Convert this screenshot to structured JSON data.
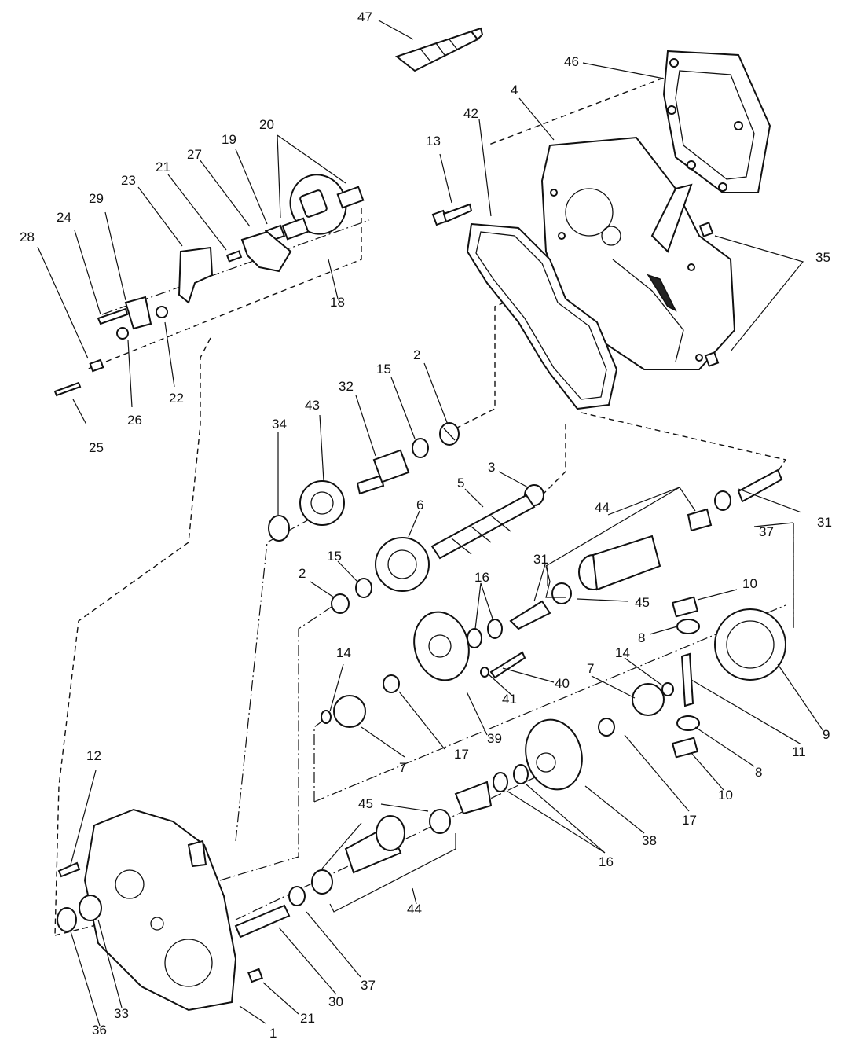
{
  "diagram": {
    "labels": {
      "l1": "1",
      "l2a": "2",
      "l2b": "2",
      "l3": "3",
      "l4": "4",
      "l5": "5",
      "l6": "6",
      "l7a": "7",
      "l7b": "7",
      "l8a": "8",
      "l8b": "8",
      "l9": "9",
      "l10a": "10",
      "l10b": "10",
      "l11": "11",
      "l12": "12",
      "l13": "13",
      "l14a": "14",
      "l14b": "14",
      "l15a": "15",
      "l15b": "15",
      "l16a": "16",
      "l16b": "16",
      "l17a": "17",
      "l17b": "17",
      "l18": "18",
      "l19": "19",
      "l20": "20",
      "l21a": "21",
      "l21b": "21",
      "l22": "22",
      "l23": "23",
      "l24": "24",
      "l25": "25",
      "l26": "26",
      "l27": "27",
      "l28": "28",
      "l29": "29",
      "l30": "30",
      "l31a": "31",
      "l31b": "31",
      "l32": "32",
      "l33": "33",
      "l34": "34",
      "l35": "35",
      "l36": "36",
      "l37a": "37",
      "l37b": "37",
      "l38": "38",
      "l39": "39",
      "l40": "40",
      "l41": "41",
      "l42": "42",
      "l43": "43",
      "l44a": "44",
      "l44b": "44",
      "l45a": "45",
      "l45b": "45",
      "l46": "46",
      "l47": "47"
    }
  }
}
